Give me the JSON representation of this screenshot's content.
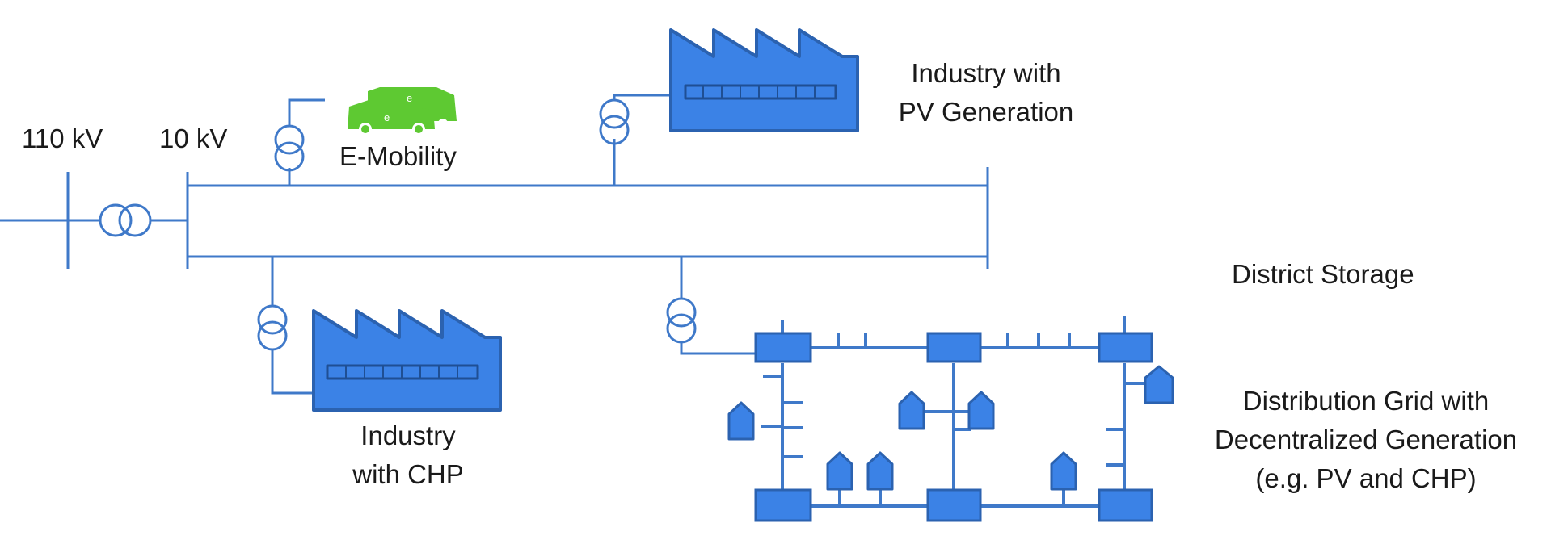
{
  "labels": {
    "hv": "110 kV",
    "mv": "10 kV",
    "emobility": "E-Mobility",
    "industry_pv_line1": "Industry with",
    "industry_pv_line2": "PV Generation",
    "district_storage": "District Storage",
    "industry_chp_line1": "Industry",
    "industry_chp_line2": "with CHP",
    "distribution_line1": "Distribution Grid with",
    "distribution_line2": "Decentralized Generation",
    "distribution_line3": "(e.g. PV and CHP)"
  },
  "colors": {
    "line": "#3f79c9",
    "fill": "#3b82e6",
    "stroke": "#2b62b0",
    "vehicle": "#5ec932",
    "text": "#1a1a1a"
  },
  "icons": [
    "transformer-icon",
    "factory-icon",
    "electric-vehicle-icon",
    "house-icon",
    "substation-icon"
  ]
}
